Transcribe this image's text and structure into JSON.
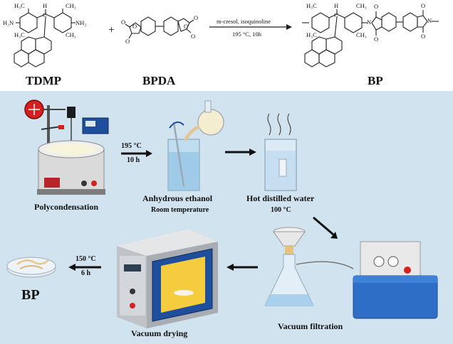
{
  "reaction": {
    "reactant1": "TDMP",
    "reactant2": "BPDA",
    "product": "BP",
    "plus": "+",
    "conditions_line1": "m-cresol, isoquinoline",
    "conditions_line2": "195 °C, 10h",
    "atoms": {
      "h3c": "H₃C",
      "ch3": "CH₃",
      "h2n": "H₂N",
      "nh2": "NH₂",
      "h": "H",
      "c": "C",
      "n": "N",
      "o": "O"
    }
  },
  "process": {
    "step1_label": "Polycondensation",
    "arrow1_line1": "195 °C",
    "arrow1_line2": "10 h",
    "step2_label_line1": "Anhydrous ethanol",
    "step2_label_line2": "Room temperature",
    "step3_label_line1": "Hot distilled water",
    "step3_label_line2": "100 °C",
    "step4_label": "Vacuum filtration",
    "step5_label": "Vacuum drying",
    "arrow_final_line1": "150 °C",
    "arrow_final_line2": "6 h",
    "final_product": "BP"
  },
  "colors": {
    "panel_bg": "#d0e3ee",
    "oven_blue": "#1f4f9c",
    "pump_blue": "#2f6ec7",
    "heater_red": "#d42020"
  }
}
